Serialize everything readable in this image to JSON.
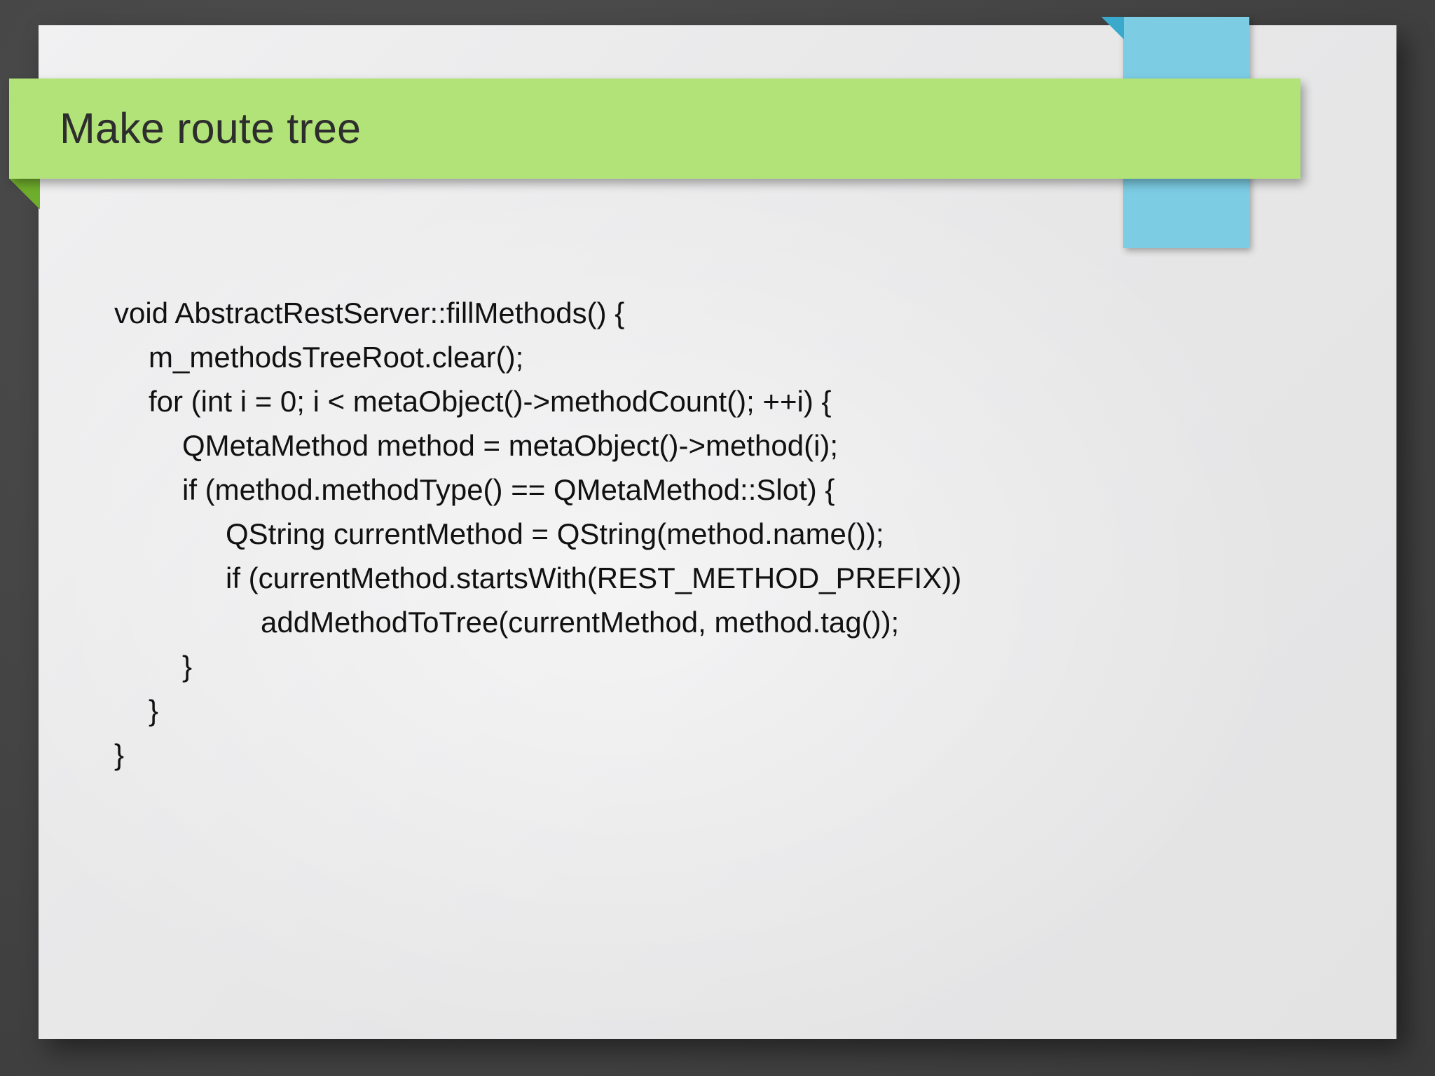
{
  "slide": {
    "title": "Make route tree",
    "colors": {
      "background": "#434343",
      "sheet": "#e9e9ea",
      "title_banner": "#b1e378",
      "title_banner_fold": "#6fae2c",
      "accent_ribbon": "#7ccde4",
      "accent_ribbon_fold": "#3ba9cb",
      "title_text": "#2d2d2d",
      "code_text": "#111111"
    },
    "code": {
      "language": "cpp",
      "lines": [
        {
          "indent": 0,
          "text": "void AbstractRestServer::fillMethods() {"
        },
        {
          "indent": 1,
          "text": "m_methodsTreeRoot.clear();"
        },
        {
          "indent": 1,
          "text": "for (int i = 0; i < metaObject()->methodCount(); ++i) {"
        },
        {
          "indent": 2,
          "text": "QMetaMethod method = metaObject()->method(i);"
        },
        {
          "indent": 2,
          "text": "if (method.methodType() == QMetaMethod::Slot) {"
        },
        {
          "indent": 3,
          "text": "QString currentMethod = QString(method.name());"
        },
        {
          "indent": 3,
          "text": "if (currentMethod.startsWith(REST_METHOD_PREFIX))"
        },
        {
          "indent": 4,
          "text": "addMethodToTree(currentMethod, method.tag());"
        },
        {
          "indent": 2,
          "text": "}"
        },
        {
          "indent": 1,
          "text": "}"
        },
        {
          "indent": 0,
          "text": "}"
        }
      ]
    }
  }
}
